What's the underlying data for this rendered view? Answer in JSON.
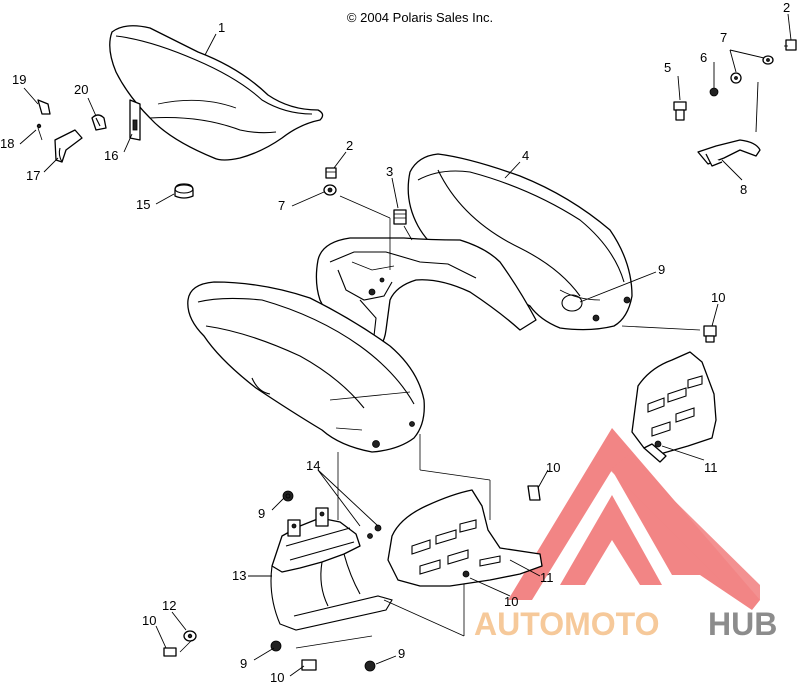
{
  "copyright": "© 2004 Polaris Sales Inc.",
  "watermark": {
    "text_primary": "AUTOMOTO",
    "text_secondary": "HUB",
    "color_primary": "#f6c99a",
    "color_secondary": "#8c8c8c",
    "logo_color": "#f07070"
  },
  "callouts": [
    {
      "id": "c1",
      "label": "1"
    },
    {
      "id": "c2a",
      "label": "2"
    },
    {
      "id": "c2b",
      "label": "2"
    },
    {
      "id": "c3",
      "label": "3"
    },
    {
      "id": "c4",
      "label": "4"
    },
    {
      "id": "c5",
      "label": "5"
    },
    {
      "id": "c6",
      "label": "6"
    },
    {
      "id": "c7a",
      "label": "7"
    },
    {
      "id": "c7b",
      "label": "7"
    },
    {
      "id": "c8",
      "label": "8"
    },
    {
      "id": "c9a",
      "label": "9"
    },
    {
      "id": "c9b",
      "label": "9"
    },
    {
      "id": "c9c",
      "label": "9"
    },
    {
      "id": "c9d",
      "label": "9"
    },
    {
      "id": "c10a",
      "label": "10"
    },
    {
      "id": "c10b",
      "label": "10"
    },
    {
      "id": "c10c",
      "label": "10"
    },
    {
      "id": "c10d",
      "label": "10"
    },
    {
      "id": "c10e",
      "label": "10"
    },
    {
      "id": "c11a",
      "label": "11"
    },
    {
      "id": "c11b",
      "label": "11"
    },
    {
      "id": "c12",
      "label": "12"
    },
    {
      "id": "c13",
      "label": "13"
    },
    {
      "id": "c14",
      "label": "14"
    },
    {
      "id": "c15",
      "label": "15"
    },
    {
      "id": "c16",
      "label": "16"
    },
    {
      "id": "c17",
      "label": "17"
    },
    {
      "id": "c18",
      "label": "18"
    },
    {
      "id": "c19",
      "label": "19"
    },
    {
      "id": "c20",
      "label": "20"
    }
  ]
}
